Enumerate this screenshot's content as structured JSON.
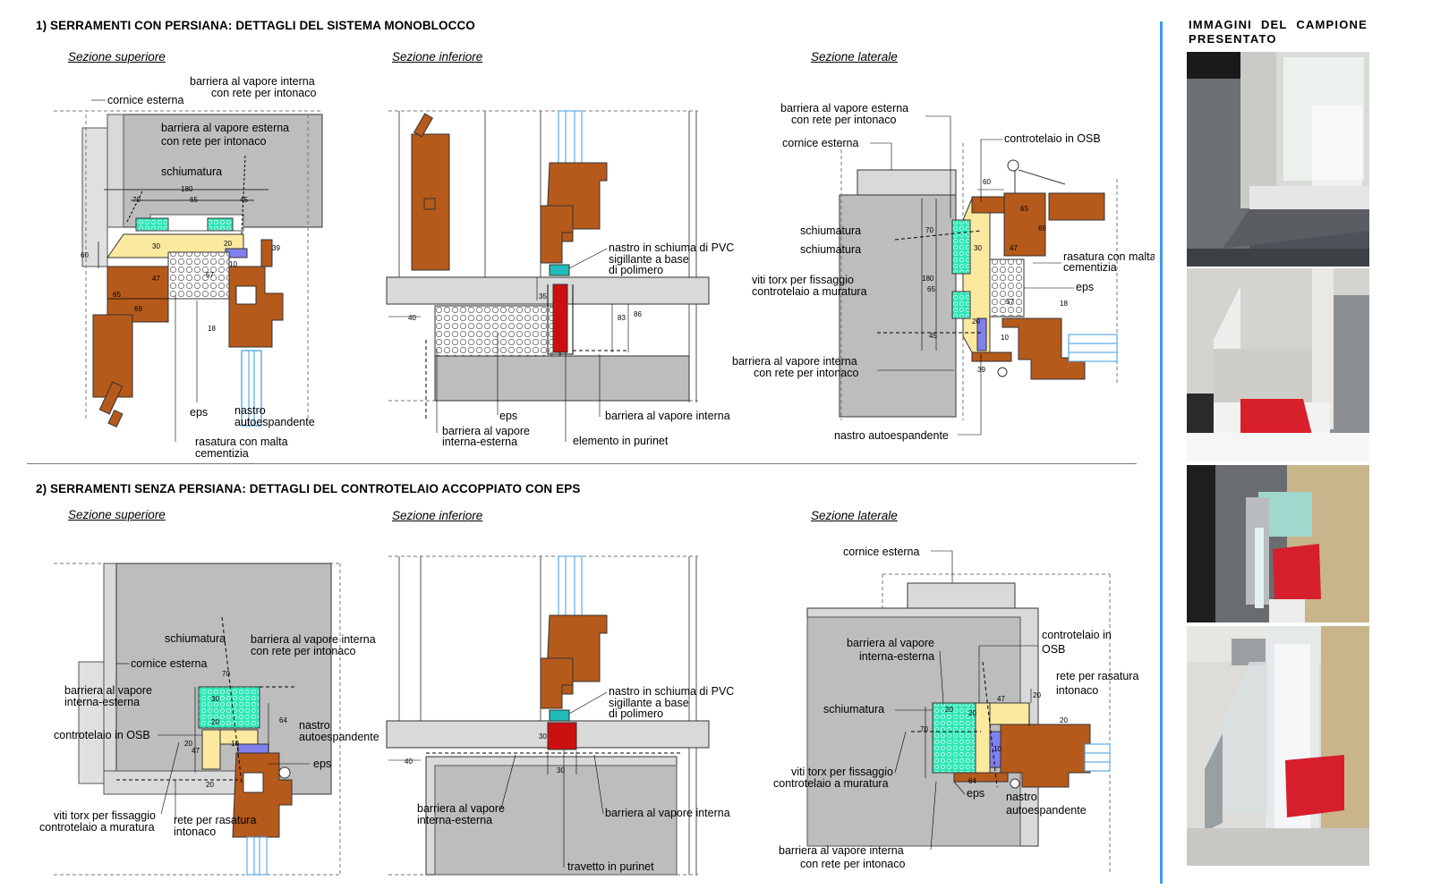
{
  "sections": [
    {
      "title": "1) SERRAMENTI CON PERSIANA: DETTAGLI DEL SISTEMA MONOBLOCCO",
      "subtitles": [
        "Sezione superiore",
        "Sezione inferiore",
        "Sezione laterale"
      ]
    },
    {
      "title": "2) SERRAMENTI SENZA PERSIANA: DETTAGLI DEL CONTROTELAIO ACCOPPIATO CON EPS",
      "subtitles": [
        "Sezione superiore",
        "Sezione inferiore",
        "Sezione laterale"
      ]
    }
  ],
  "labels": {
    "d1a": [
      "cornice esterna",
      "barriera al vapore interna",
      "con rete per intonaco",
      "barriera al vapore esterna",
      "con rete per intonaco",
      "schiumatura",
      "eps",
      "nastro",
      "autoespandente",
      "rasatura con malta",
      "cementizia"
    ],
    "d1b": [
      "nastro in schiuma di PVC",
      "sigillante a base",
      "di polimero",
      "eps",
      "barriera al vapore interna",
      "barriera al vapore",
      "interna-esterna",
      "elemento in purinet"
    ],
    "d1c": [
      "barriera al vapore esterna",
      "con rete per intonaco",
      "cornice esterna",
      "controtelaio in OSB",
      "schiumatura",
      "schiumatura",
      "rasatura con malta",
      "cementizia",
      "viti torx per fissaggio",
      "controtelaio a muratura",
      "eps",
      "barriera al vapore interna",
      "con rete per intonaco",
      "nastro autoespandente"
    ],
    "d2a": [
      "schiumatura",
      "barriera al vapore interna",
      "con rete per intonaco",
      "cornice esterna",
      "barriera al vapore",
      "interna-esterna",
      "controtelaio in OSB",
      "nastro",
      "autoespandente",
      "eps",
      "viti torx per fissaggio",
      "controtelaio a muratura",
      "rete per rasatura",
      "intonaco"
    ],
    "d2b": [
      "nastro in schiuma di PVC",
      "sigillante a base",
      "di polimero",
      "barriera al vapore",
      "interna-esterna",
      "barriera al vapore interna",
      "travetto in purinet"
    ],
    "d2c": [
      "cornice esterna",
      "barriera al vapore",
      "interna-esterna",
      "controtelaio in",
      "OSB",
      "rete per rasatura",
      "intonaco",
      "schiumatura",
      "viti torx per fissaggio",
      "controtelaio a muratura",
      "eps",
      "nastro",
      "autoespandente",
      "barriera al vapore interna",
      "con rete per intonaco"
    ]
  },
  "dims": {
    "d1a": [
      "70",
      "180",
      "65",
      "45",
      "60",
      "30",
      "20",
      "39",
      "10",
      "47",
      "57",
      "65",
      "69",
      "18"
    ],
    "d1b": [
      "35",
      "83",
      "86",
      "40"
    ],
    "d1c": [
      "60",
      "65",
      "69",
      "70",
      "30",
      "47",
      "180",
      "65",
      "57",
      "18",
      "20",
      "10",
      "45",
      "39"
    ],
    "d2a": [
      "70",
      "30",
      "20",
      "64",
      "20",
      "47",
      "10",
      "20"
    ],
    "d2b": [
      "30",
      "30",
      "40"
    ],
    "d2c": [
      "47",
      "20",
      "20",
      "70",
      "20",
      "10",
      "64",
      "20"
    ]
  },
  "sidebar": {
    "title": "IMMAGINI DEL CAMPIONE PRESENTATO"
  },
  "colors": {
    "wood": "#b55a1b",
    "foam": "#2ee8b6",
    "eps_hatch": "#1a1a1a",
    "concrete": "#bdbdbd",
    "plaster": "#d9d9d9",
    "osb": "#fbe9a0",
    "membrane": "#8080ee",
    "purinet": "#cc1010",
    "seal": "#22bbbb",
    "accent": "#3b9be6"
  }
}
